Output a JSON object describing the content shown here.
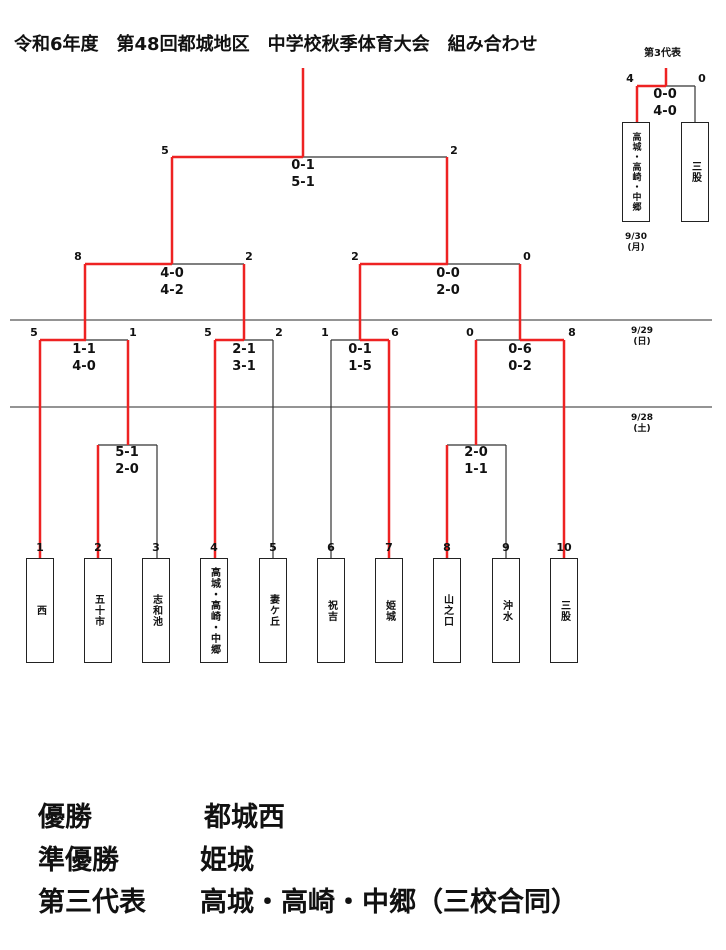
{
  "title": "令和6年度　第48回都城地区　中学校秋季体育大会　組み合わせ",
  "dates": {
    "sep28": [
      "9/28",
      "(土)"
    ],
    "sep29": [
      "9/29",
      "(日)"
    ],
    "sep30": [
      "9/30",
      "(月)"
    ]
  },
  "teams": [
    {
      "seed": "1",
      "name": "西"
    },
    {
      "seed": "2",
      "name": "五十市"
    },
    {
      "seed": "3",
      "name": "志和池"
    },
    {
      "seed": "4",
      "name": "高城・高崎・中郷"
    },
    {
      "seed": "5",
      "name": "妻ケ丘"
    },
    {
      "seed": "6",
      "name": "祝吉"
    },
    {
      "seed": "7",
      "name": "姫城"
    },
    {
      "seed": "8",
      "name": "山之口"
    },
    {
      "seed": "9",
      "name": "沖水"
    },
    {
      "seed": "10",
      "name": "三股"
    }
  ],
  "matches": {
    "r1_a": {
      "score": [
        "5-1",
        "2-0"
      ],
      "pts": [
        "",
        ""
      ]
    },
    "r1_b": {
      "score": [
        "2-0",
        "1-1"
      ],
      "pts": [
        "",
        ""
      ]
    },
    "qf_a": {
      "score": [
        "1-1",
        "4-0"
      ],
      "pts": [
        "5",
        "1"
      ]
    },
    "qf_b": {
      "score": [
        "2-1",
        "3-1"
      ],
      "pts": [
        "5",
        "2"
      ]
    },
    "qf_c": {
      "score": [
        "0-1",
        "1-5"
      ],
      "pts": [
        "1",
        "6"
      ]
    },
    "qf_d": {
      "score": [
        "0-6",
        "0-2"
      ],
      "pts": [
        "0",
        "8"
      ]
    },
    "sf_a": {
      "score": [
        "4-0",
        "4-2"
      ],
      "pts": [
        "8",
        "2"
      ]
    },
    "sf_b": {
      "score": [
        "0-0",
        "2-0"
      ],
      "pts": [
        "2",
        "0"
      ]
    },
    "final": {
      "score": [
        "0-1",
        "5-1"
      ],
      "pts": [
        "5",
        "2"
      ]
    }
  },
  "third_place": {
    "title": "第3代表",
    "pts": [
      "4",
      "0"
    ],
    "score": [
      "0-0",
      "4-0"
    ],
    "teams": [
      "高城・高崎・中郷",
      "三股"
    ]
  },
  "results": {
    "winner_label": "優勝",
    "winner": "都城西",
    "runner_up_label": "準優勝",
    "runner_up": "姫城",
    "third_label": "第三代表",
    "third": "高城・高崎・中郷（三校合同）"
  },
  "colors": {
    "win_line": "#ee2222",
    "line": "#333333"
  }
}
